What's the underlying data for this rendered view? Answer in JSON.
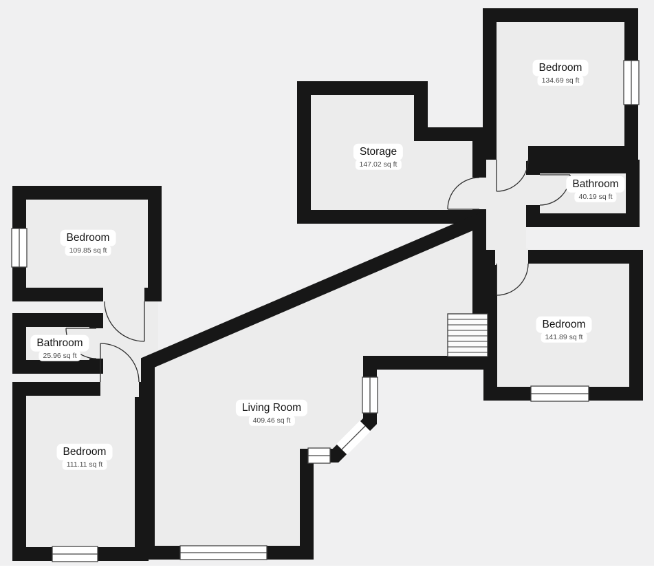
{
  "plan": {
    "background_color": "#f0f0f1",
    "room_fill_color": "#ececec",
    "wall_color": "#171717",
    "window_color": "#ffffff"
  },
  "rooms": [
    {
      "id": "bedroom-top-right",
      "name": "Bedroom",
      "area": "134.69 sq ft"
    },
    {
      "id": "storage",
      "name": "Storage",
      "area": "147.02 sq ft"
    },
    {
      "id": "bathroom-right",
      "name": "Bathroom",
      "area": "40.19 sq ft"
    },
    {
      "id": "bedroom-right",
      "name": "Bedroom",
      "area": "141.89 sq ft"
    },
    {
      "id": "bedroom-top-left",
      "name": "Bedroom",
      "area": "109.85 sq ft"
    },
    {
      "id": "bathroom-left",
      "name": "Bathroom",
      "area": "25.96 sq ft"
    },
    {
      "id": "bedroom-bottom-left",
      "name": "Bedroom",
      "area": "111.11 sq ft"
    },
    {
      "id": "living-room",
      "name": "Living Room",
      "area": "409.46 sq ft"
    }
  ]
}
